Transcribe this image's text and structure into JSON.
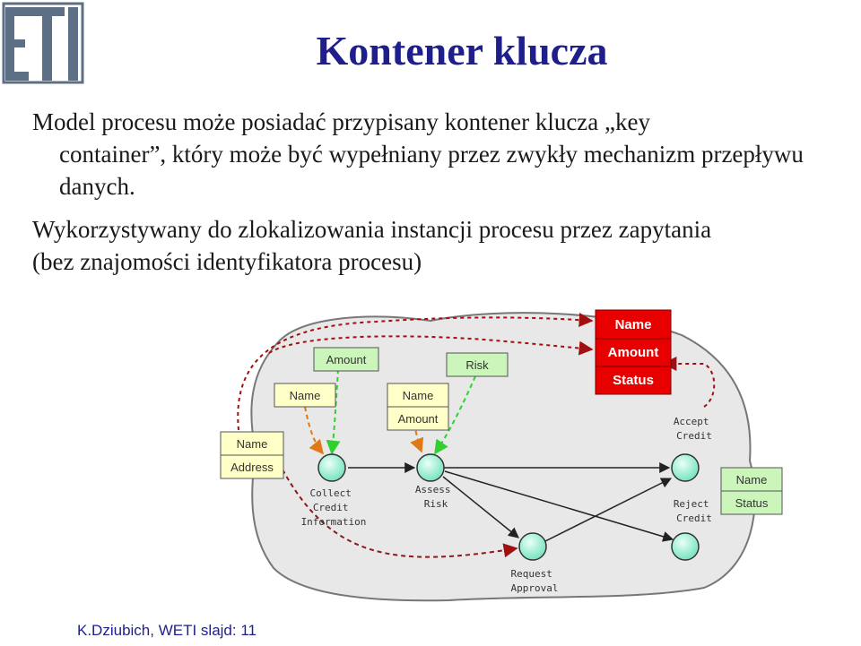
{
  "slide": {
    "title": "Kontener klucza",
    "paragraphs": [
      {
        "first": "Model procesu może posiadać przypisany kontener klucza „key",
        "rest": "container”, który może być wypełniany przez zwykły mechanizm przepływu danych."
      },
      {
        "first": "Wykorzystywany do zlokalizowania instancji procesu przez zapytania",
        "rest": "(bez znajomości identyfikatora procesu)"
      }
    ],
    "footer": "K.Dziubich, WETI slajd: 11"
  },
  "diagram": {
    "key_container": [
      "Name",
      "Amount",
      "Status"
    ],
    "boxes": {
      "input": [
        "Name",
        "Address"
      ],
      "collect_name": [
        "Name"
      ],
      "amount": [
        "Amount"
      ],
      "assess_inputs": [
        "Name",
        "Amount"
      ],
      "risk": [
        "Risk"
      ],
      "output": [
        "Name",
        "Status"
      ]
    },
    "nodes": {
      "collect": [
        "Collect",
        "Credit",
        "Information"
      ],
      "assess": [
        "Assess",
        "Risk"
      ],
      "accept": [
        "Accept",
        "Credit"
      ],
      "reject": [
        "Reject",
        "Credit"
      ],
      "request": [
        "Request",
        "Approval"
      ]
    },
    "colors": {
      "cloud": "#e8e8e8",
      "yellow_box": "#ffffc8",
      "green_box": "#ccf5bc",
      "red_box": "#e80000",
      "node": "#aaf0d8",
      "orange_arrow": "#e07818",
      "green_arrow": "#30d030",
      "red_arrow": "#a01010",
      "title": "#1f1f8c"
    }
  }
}
